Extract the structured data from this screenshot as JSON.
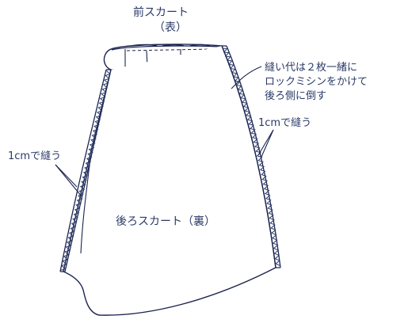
{
  "labels": {
    "front_skirt": "前スカート",
    "front_skirt_side": "（表）",
    "seam_allowance_note_line1": "縫い代は２枚一緒に",
    "seam_allowance_note_line2": "ロックミシンをかけて",
    "seam_allowance_note_line3": "後ろ側に倒す",
    "sew_1cm_right": "1cmで縫う",
    "sew_1cm_left": "1cmで縫う",
    "back_skirt": "後ろスカート（裏）"
  },
  "colors": {
    "outline": "#1c2450",
    "stitch": "#2b3a67",
    "overlock": "#2b3a67"
  }
}
